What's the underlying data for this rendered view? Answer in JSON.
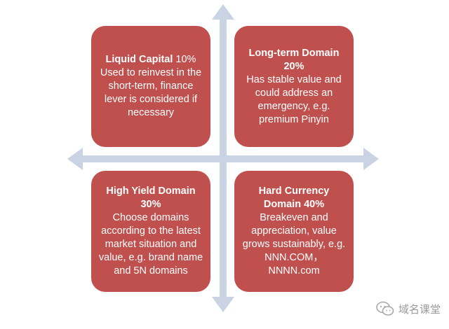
{
  "quadrants": {
    "top_left": {
      "heading": "Liquid Capital",
      "percent": " 10%",
      "body": "Used to reinvest in the short-term, finance lever is considered if necessary"
    },
    "top_right": {
      "heading": "Long-term Domain 20%",
      "percent": "",
      "body": "Has stable value and could address an emergency, e.g. premium Pinyin"
    },
    "bottom_left": {
      "heading": "High Yield Domain 30%",
      "percent": "",
      "body": "Choose domains according to the latest market situation and value, e.g. brand name and 5N domains"
    },
    "bottom_right": {
      "heading": "Hard Currency Domain 40%",
      "percent": "",
      "body": "Breakeven and appreciation, value grows sustainably, e.g. NNN.COM，NNNN.com"
    }
  },
  "watermark": {
    "text": "域名课堂",
    "icon": "wechat-icon"
  },
  "colors": {
    "box": "#c0504d",
    "axis": "#c9d3e3"
  }
}
